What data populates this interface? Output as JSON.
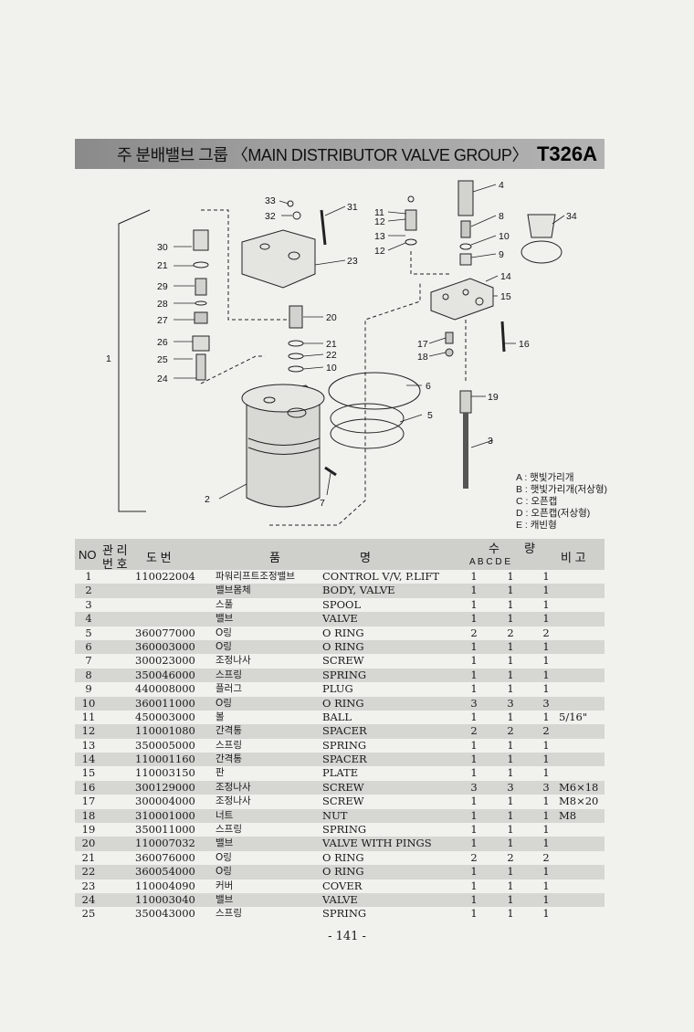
{
  "header": {
    "title": "주 분배밸브 그룹 〈MAIN DISTRIBUTOR VALVE GROUP〉",
    "model": "T326A"
  },
  "diagram": {
    "callouts": [
      "1",
      "2",
      "3",
      "4",
      "5",
      "6",
      "7",
      "8",
      "9",
      "10",
      "10",
      "11",
      "12",
      "12",
      "13",
      "14",
      "15",
      "16",
      "17",
      "18",
      "19",
      "20",
      "21",
      "21",
      "22",
      "23",
      "24",
      "25",
      "26",
      "27",
      "28",
      "29",
      "30",
      "31",
      "32",
      "33",
      "34"
    ]
  },
  "legend": [
    "A : 햇빛가리개",
    "B : 햇빛가리개(저상형)",
    "C : 오픈캡",
    "D : 오픈캡(저상형)",
    "E : 캐빈형"
  ],
  "table": {
    "headers": {
      "no": "NO",
      "mgmt_top": "관 리",
      "mgmt_bottom": "번 호",
      "drawing": "도   번",
      "name_left": "품",
      "name_right": "명",
      "qty_top_left": "수",
      "qty_top_right": "량",
      "qty_letters": "A  B  C  D  E",
      "remarks": "비  고"
    },
    "rows": [
      {
        "no": "1",
        "pn": "110022004",
        "kr": "파워리프트조정밸브",
        "en": "CONTROL V/V, P.LIFT",
        "a": "1",
        "b": "1",
        "c": "1",
        "rm": ""
      },
      {
        "no": "2",
        "pn": "",
        "kr": "밸브몸체",
        "en": "BODY, VALVE",
        "a": "1",
        "b": "1",
        "c": "1",
        "rm": ""
      },
      {
        "no": "3",
        "pn": "",
        "kr": "스풀",
        "en": "SPOOL",
        "a": "1",
        "b": "1",
        "c": "1",
        "rm": ""
      },
      {
        "no": "4",
        "pn": "",
        "kr": "밸브",
        "en": "VALVE",
        "a": "1",
        "b": "1",
        "c": "1",
        "rm": ""
      },
      {
        "no": "5",
        "pn": "360077000",
        "kr": "O링",
        "en": "O RING",
        "a": "2",
        "b": "2",
        "c": "2",
        "rm": ""
      },
      {
        "no": "6",
        "pn": "360003000",
        "kr": "O링",
        "en": "O RING",
        "a": "1",
        "b": "1",
        "c": "1",
        "rm": ""
      },
      {
        "no": "7",
        "pn": "300023000",
        "kr": "조정나사",
        "en": "SCREW",
        "a": "1",
        "b": "1",
        "c": "1",
        "rm": ""
      },
      {
        "no": "8",
        "pn": "350046000",
        "kr": "스프링",
        "en": "SPRING",
        "a": "1",
        "b": "1",
        "c": "1",
        "rm": ""
      },
      {
        "no": "9",
        "pn": "440008000",
        "kr": "플러그",
        "en": "PLUG",
        "a": "1",
        "b": "1",
        "c": "1",
        "rm": ""
      },
      {
        "no": "10",
        "pn": "360011000",
        "kr": "O링",
        "en": "O RING",
        "a": "3",
        "b": "3",
        "c": "3",
        "rm": ""
      },
      {
        "no": "11",
        "pn": "450003000",
        "kr": "볼",
        "en": "BALL",
        "a": "1",
        "b": "1",
        "c": "1",
        "rm": "5/16\""
      },
      {
        "no": "12",
        "pn": "110001080",
        "kr": "간격통",
        "en": "SPACER",
        "a": "2",
        "b": "2",
        "c": "2",
        "rm": ""
      },
      {
        "no": "13",
        "pn": "350005000",
        "kr": "스프링",
        "en": "SPRING",
        "a": "1",
        "b": "1",
        "c": "1",
        "rm": ""
      },
      {
        "no": "14",
        "pn": "110001160",
        "kr": "간격통",
        "en": "SPACER",
        "a": "1",
        "b": "1",
        "c": "1",
        "rm": ""
      },
      {
        "no": "15",
        "pn": "110003150",
        "kr": "판",
        "en": "PLATE",
        "a": "1",
        "b": "1",
        "c": "1",
        "rm": ""
      },
      {
        "no": "16",
        "pn": "300129000",
        "kr": "조정나사",
        "en": "SCREW",
        "a": "3",
        "b": "3",
        "c": "3",
        "rm": "M6×18"
      },
      {
        "no": "17",
        "pn": "300004000",
        "kr": "조정나사",
        "en": "SCREW",
        "a": "1",
        "b": "1",
        "c": "1",
        "rm": "M8×20"
      },
      {
        "no": "18",
        "pn": "310001000",
        "kr": "너트",
        "en": "NUT",
        "a": "1",
        "b": "1",
        "c": "1",
        "rm": "M8"
      },
      {
        "no": "19",
        "pn": "350011000",
        "kr": "스프링",
        "en": "SPRING",
        "a": "1",
        "b": "1",
        "c": "1",
        "rm": ""
      },
      {
        "no": "20",
        "pn": "110007032",
        "kr": "밸브",
        "en": "VALVE WITH PINGS",
        "a": "1",
        "b": "1",
        "c": "1",
        "rm": ""
      },
      {
        "no": "21",
        "pn": "360076000",
        "kr": "O링",
        "en": "O RING",
        "a": "2",
        "b": "2",
        "c": "2",
        "rm": ""
      },
      {
        "no": "22",
        "pn": "360054000",
        "kr": "O링",
        "en": "O RING",
        "a": "1",
        "b": "1",
        "c": "1",
        "rm": ""
      },
      {
        "no": "23",
        "pn": "110004090",
        "kr": "커버",
        "en": "COVER",
        "a": "1",
        "b": "1",
        "c": "1",
        "rm": ""
      },
      {
        "no": "24",
        "pn": "110003040",
        "kr": "밸브",
        "en": "VALVE",
        "a": "1",
        "b": "1",
        "c": "1",
        "rm": ""
      },
      {
        "no": "25",
        "pn": "350043000",
        "kr": "스프링",
        "en": "SPRING",
        "a": "1",
        "b": "1",
        "c": "1",
        "rm": ""
      }
    ]
  },
  "footer": {
    "page_number": "- 141 -"
  }
}
